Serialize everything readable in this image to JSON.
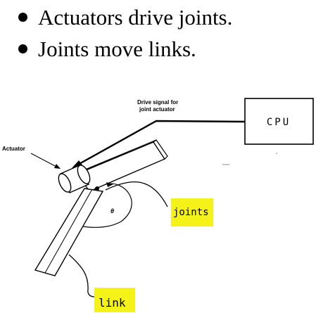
{
  "bullets": [
    {
      "text": "Actuators drive joints."
    },
    {
      "text": "Joints move links."
    }
  ],
  "diagram": {
    "drive_signal_line1": "Drive signal for",
    "drive_signal_line2": "joint actuator",
    "cpu_label": "CPU",
    "actuator_label": "Actuator",
    "angle_label": "θ",
    "joints_note": "joints",
    "link_note": "link",
    "highlight_color": "#f5f21a"
  }
}
